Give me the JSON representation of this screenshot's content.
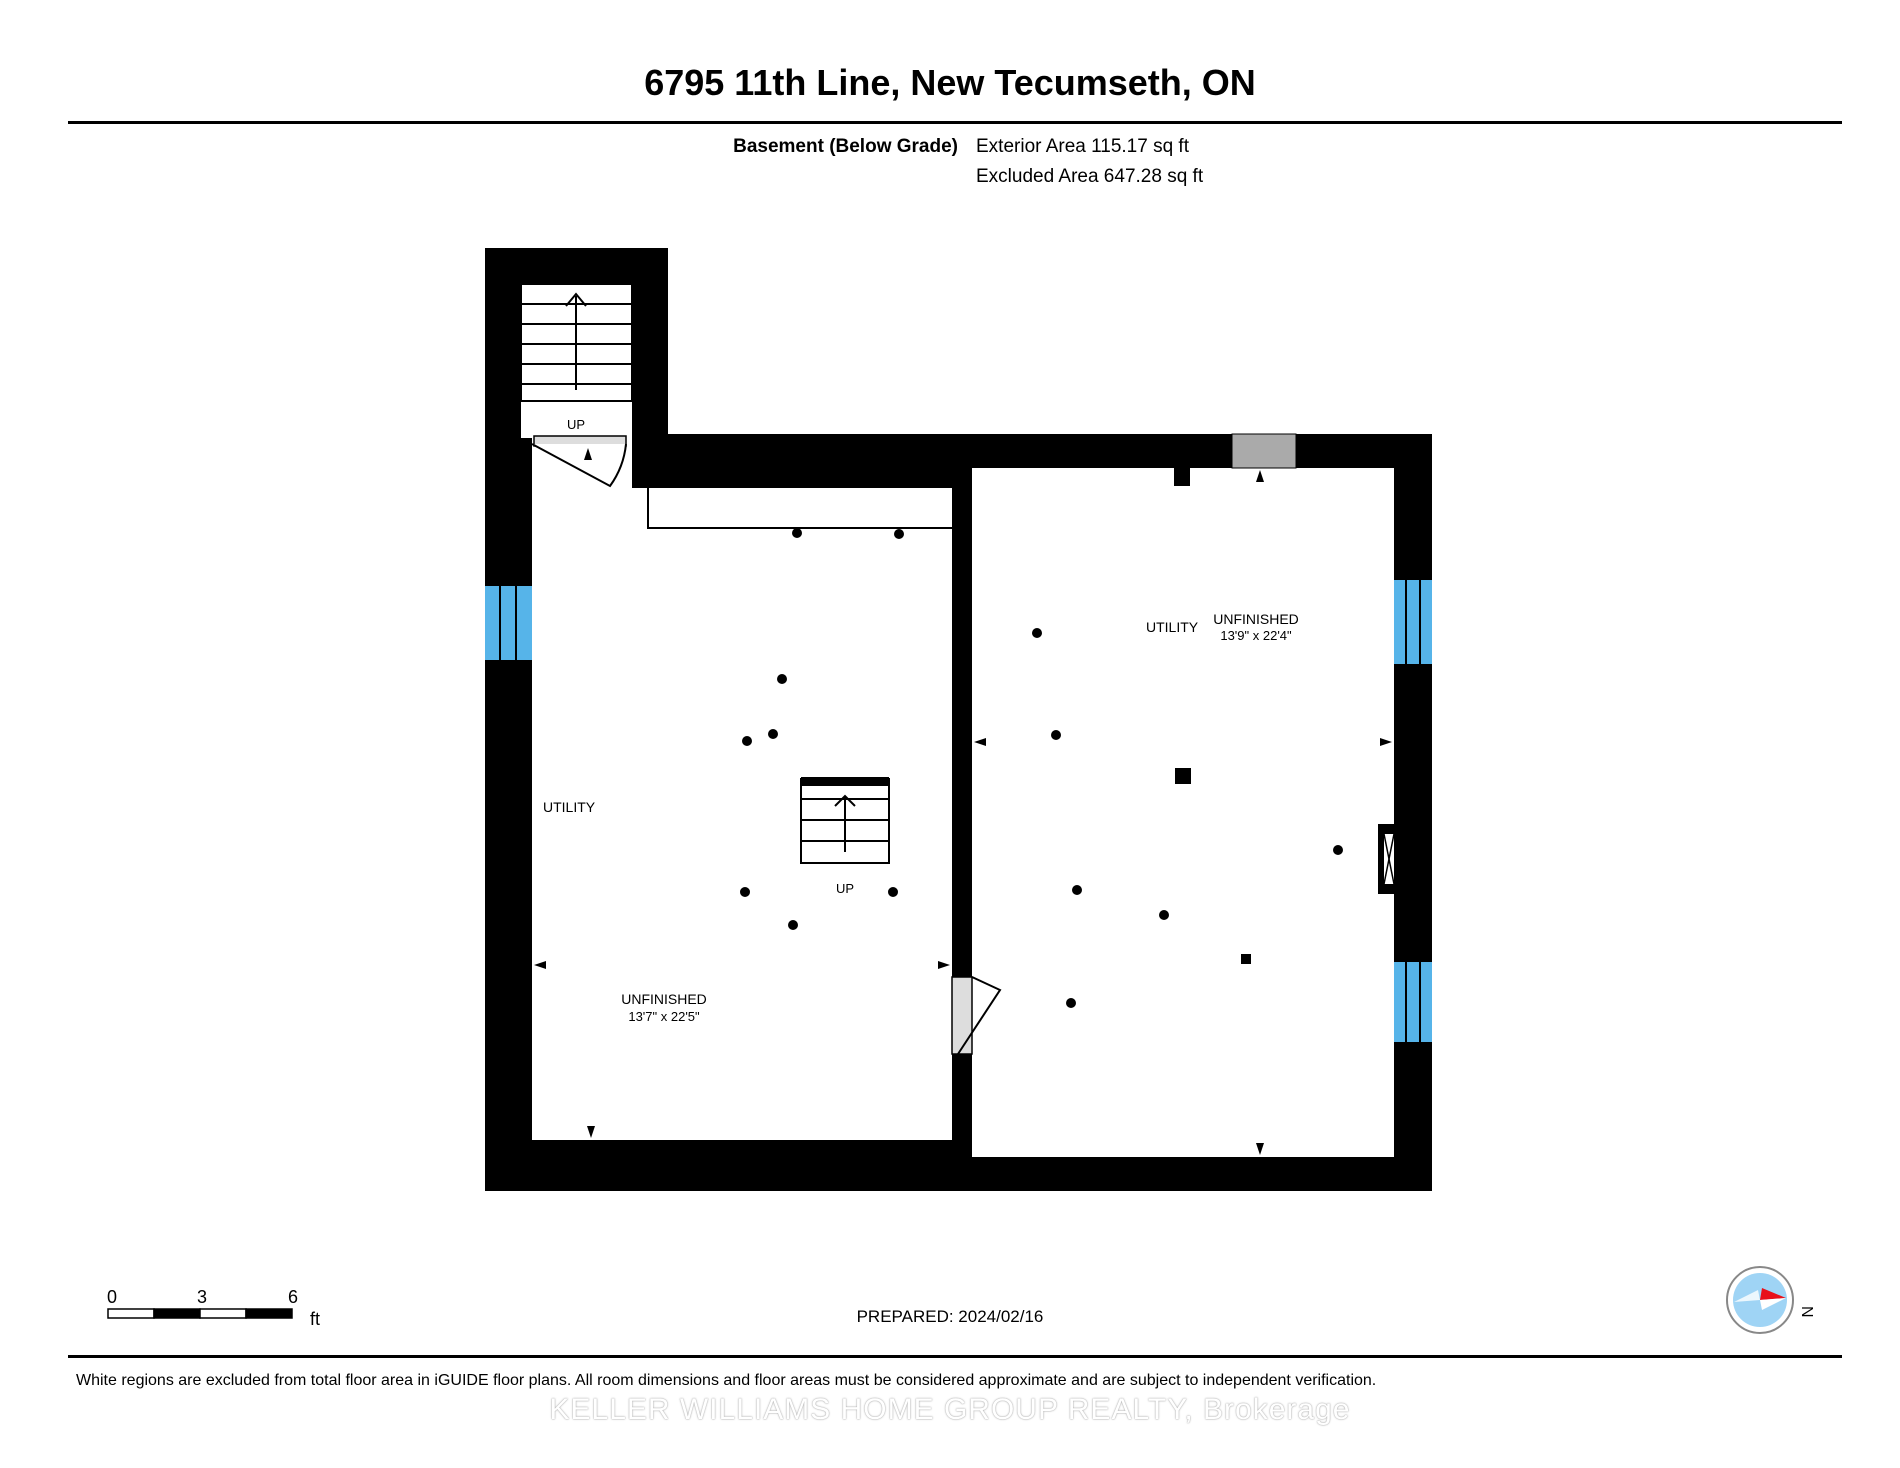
{
  "header": {
    "title": "6795 11th Line, New Tecumseth, ON"
  },
  "areas": {
    "floor_label": "Basement (Below Grade)",
    "exterior_area": "Exterior Area 115.17 sq ft",
    "excluded_area": "Excluded Area 647.28 sq ft"
  },
  "plan": {
    "stair_top_label": "UP",
    "stair_mid_label": "UP",
    "left_room": {
      "name": "UTILITY",
      "type": "UNFINISHED",
      "dimensions": "13'7\" x 22'5\""
    },
    "right_room": {
      "name": "UTILITY",
      "type": "UNFINISHED",
      "dimensions": "13'9\" x 22'4\""
    },
    "colors": {
      "wall": "#000000",
      "window": "#56b4e9",
      "vent": "#aaaaaa",
      "door": "#dddddd"
    }
  },
  "scale": {
    "tick_0": "0",
    "tick_3": "3",
    "tick_6": "6",
    "unit": "ft"
  },
  "footer": {
    "prepared": "PREPARED: 2024/02/16",
    "disclaimer": "White regions are excluded from total floor area in iGUIDE floor plans. All room dimensions and floor areas must be considered approximate and are subject to independent verification.",
    "watermark": "KELLER WILLIAMS HOME GROUP REALTY, Brokerage"
  },
  "compass": {
    "label": "N",
    "icon": "compass-icon",
    "needle_color": "#e8101a",
    "dial_color": "#9fd4f5"
  }
}
